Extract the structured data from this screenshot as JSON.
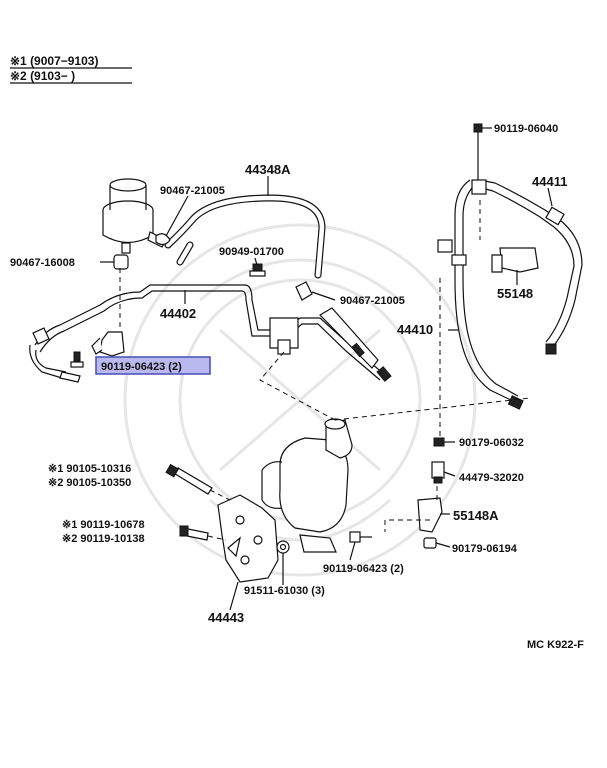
{
  "legend": {
    "line1": "※1 (9007−9103)",
    "line2": "※2 (9103−        )"
  },
  "labels": {
    "p_90119_06040": "90119-06040",
    "p_44411": "44411",
    "p_44348A": "44348A",
    "p_90467_21005_top": "90467-21005",
    "p_90949_01700": "90949-01700",
    "p_90467_16008": "90467-16008",
    "p_55148": "55148",
    "p_44402": "44402",
    "p_90467_21005_mid": "90467-21005",
    "p_44410": "44410",
    "p_90119_06423_hl": "90119-06423 (2)",
    "p_90179_06032": "90179-06032",
    "p_44479_32020": "44479-32020",
    "p_90105_10316": "※1 90105-10316",
    "p_90105_10350": "※2 90105-10350",
    "p_55148A": "55148A",
    "p_90119_10678": "※1 90119-10678",
    "p_90119_10138": "※2 90119-10138",
    "p_90179_06194": "90179-06194",
    "p_90119_06423_bot": "90119-06423 (2)",
    "p_91511_61030": "91511-61030 (3)",
    "p_44443": "44443"
  },
  "footer": {
    "code": "MC K922-F"
  },
  "colors": {
    "highlight_fill": "#b9b9ef",
    "highlight_stroke": "#4b4bb8",
    "line": "#111111"
  }
}
